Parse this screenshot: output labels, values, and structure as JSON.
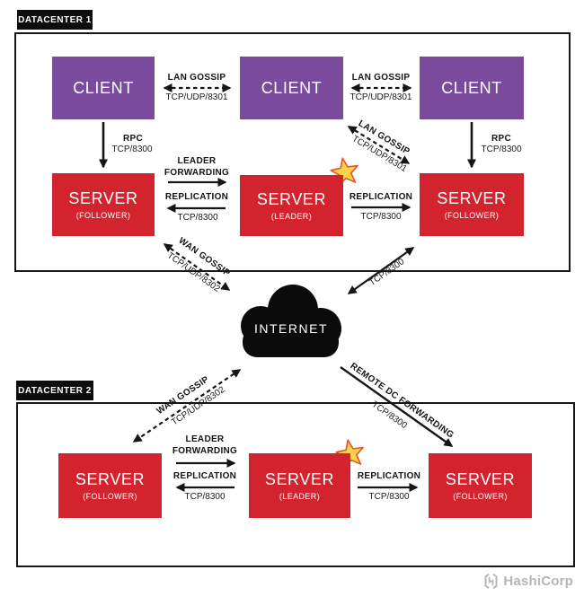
{
  "colors": {
    "client_purple": "#7a4b9d",
    "server_red": "#d2232e",
    "line_black": "#151515",
    "star_fill": "#ffd24a",
    "star_stroke": "#e8512d",
    "brand_gray": "#b3b5b7"
  },
  "dc1": {
    "label": "DATACENTER 1",
    "clients": [
      {
        "title": "CLIENT"
      },
      {
        "title": "CLIENT"
      },
      {
        "title": "CLIENT"
      }
    ],
    "servers": [
      {
        "title": "SERVER",
        "subtitle": "(FOLLOWER)"
      },
      {
        "title": "SERVER",
        "subtitle": "(LEADER)"
      },
      {
        "title": "SERVER",
        "subtitle": "(FOLLOWER)"
      }
    ]
  },
  "dc2": {
    "label": "DATACENTER 2",
    "servers": [
      {
        "title": "SERVER",
        "subtitle": "(FOLLOWER)"
      },
      {
        "title": "SERVER",
        "subtitle": "(LEADER)"
      },
      {
        "title": "SERVER",
        "subtitle": "(FOLLOWER)"
      }
    ]
  },
  "internet": {
    "label": "INTERNET"
  },
  "edges": {
    "lan_gossip": {
      "label": "LAN GOSSIP",
      "port": "TCP/UDP/8301"
    },
    "rpc": {
      "label": "RPC",
      "port": "TCP/8300"
    },
    "leader_forwarding": {
      "line1": "LEADER",
      "line2": "FORWARDING"
    },
    "replication": {
      "label": "REPLICATION",
      "port": "TCP/8300"
    },
    "wan_gossip": {
      "label": "WAN GOSSIP",
      "port": "TCP/UDP/8302"
    },
    "tcp_8300": {
      "label": "TCP/8300"
    },
    "remote_dc_forwarding": {
      "label": "REMOTE DC FORWARDING",
      "port": "TCP/8300"
    }
  },
  "footer": {
    "brand": "HashiCorp"
  }
}
